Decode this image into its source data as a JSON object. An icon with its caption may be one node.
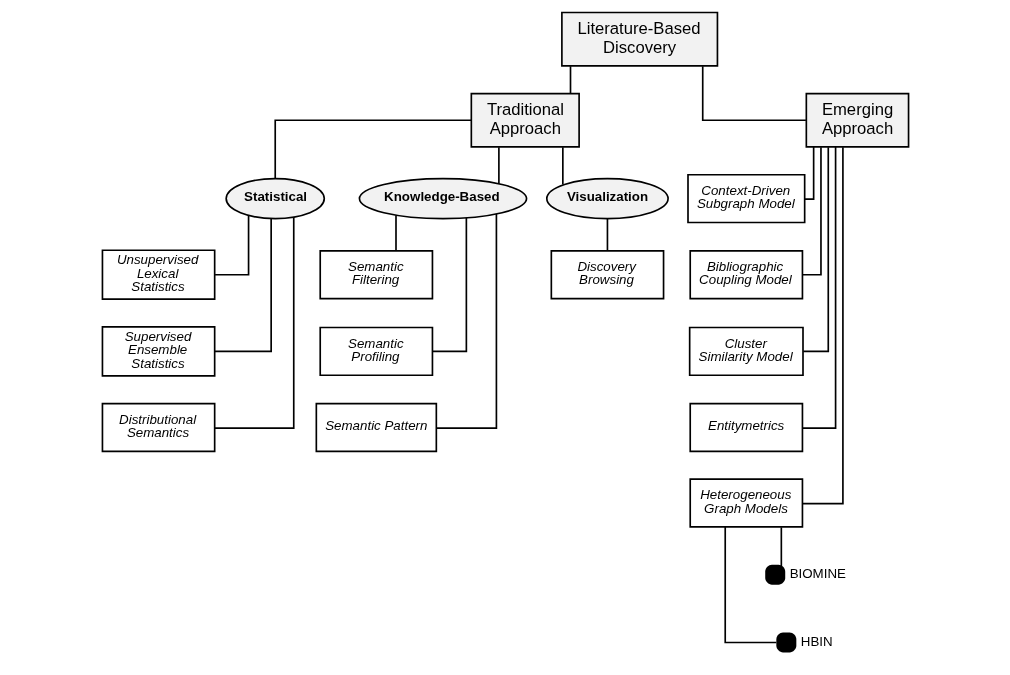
{
  "diagram": {
    "nodes": [
      {
        "text": [
          "Literature-Based Discovery"
        ]
      },
      {
        "text": [
          "Traditional Approach"
        ]
      },
      {
        "text": [
          "Emerging Approach"
        ]
      },
      {
        "text": [
          "Statistical"
        ]
      },
      {
        "text": [
          "Knowledge-Based"
        ]
      },
      {
        "text": [
          "Visualization"
        ]
      },
      {
        "text": [
          "Unsupervised Lexical Statistics"
        ]
      },
      {
        "text": [
          "Supervised Ensemble Statistics"
        ]
      },
      {
        "text": [
          "Distributional Semantics"
        ]
      },
      {
        "text": [
          "Semantic Filtering"
        ]
      },
      {
        "text": [
          "Semantic Profiling"
        ]
      },
      {
        "text": [
          "Semantic Pattern"
        ]
      },
      {
        "text": [
          "Discovery Browsing"
        ]
      },
      {
        "text": [
          "Context-Driven Subgraph Model"
        ]
      },
      {
        "text": [
          "Bibliographic Coupling Model"
        ]
      },
      {
        "text": [
          "Cluster Similarity Model"
        ]
      },
      {
        "text": [
          "Entitymetrics"
        ]
      },
      {
        "text": [
          "Heterogeneous Graph Models"
        ]
      },
      {
        "text": [],
        "shape": "circle",
        "beside": [
          "BIOMINE"
        ]
      },
      {
        "text": [],
        "shape": "circle",
        "beside": [
          "HBIN"
        ]
      }
    ],
    "edges": [
      {
        "from": 0,
        "to": 1,
        "arrow": "none"
      },
      {
        "from": 0,
        "to": 2,
        "arrow": "none"
      },
      {
        "from": 1,
        "to": 3,
        "arrow": "none"
      },
      {
        "from": 1,
        "to": 4,
        "arrow": "none"
      },
      {
        "from": 1,
        "to": 5,
        "arrow": "none"
      },
      {
        "from": 3,
        "to": 6,
        "arrow": "none"
      },
      {
        "from": 3,
        "to": 7,
        "arrow": "none"
      },
      {
        "from": 3,
        "to": 8,
        "arrow": "none"
      },
      {
        "from": 4,
        "to": 9,
        "arrow": "none"
      },
      {
        "from": 4,
        "to": 10,
        "arrow": "none"
      },
      {
        "from": 4,
        "to": 11,
        "arrow": "none"
      },
      {
        "from": 5,
        "to": 12,
        "arrow": "none"
      },
      {
        "from": 2,
        "to": 13,
        "arrow": "none"
      },
      {
        "from": 2,
        "to": 14,
        "arrow": "none"
      },
      {
        "from": 2,
        "to": 15,
        "arrow": "none"
      },
      {
        "from": 2,
        "to": 16,
        "arrow": "none"
      },
      {
        "from": 2,
        "to": 17,
        "arrow": "none"
      },
      {
        "from": 17,
        "to": 18,
        "arrow": "none"
      },
      {
        "from": 17,
        "to": 19,
        "arrow": "none"
      }
    ]
  }
}
